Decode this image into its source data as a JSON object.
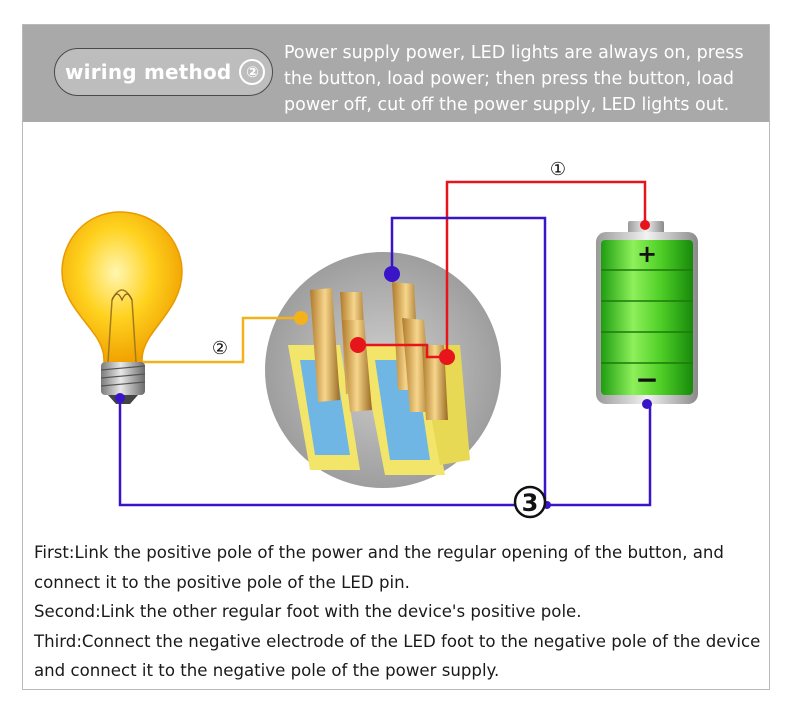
{
  "header": {
    "title": "wiring method",
    "badge": "②",
    "description": "Power supply power, LED lights are always on, press the button, load power; then press the button, load power off, cut off the power supply, LED lights out."
  },
  "diagram": {
    "label_1": "①",
    "label_2": "②",
    "label_3": "3",
    "battery_plus": "+",
    "battery_minus": "−",
    "colors": {
      "positive": "#e8141b",
      "negative": "#3a14c8",
      "load": "#f3b21b"
    }
  },
  "steps": [
    "First:Link the positive pole of the power and the regular opening of the button, and connect it to the positive pole of the LED pin.",
    "Second:Link the other regular foot with the device's positive pole.",
    "Third:Connect the negative electrode of the LED foot to the negative pole of the device and connect it to the negative pole of the power supply."
  ]
}
